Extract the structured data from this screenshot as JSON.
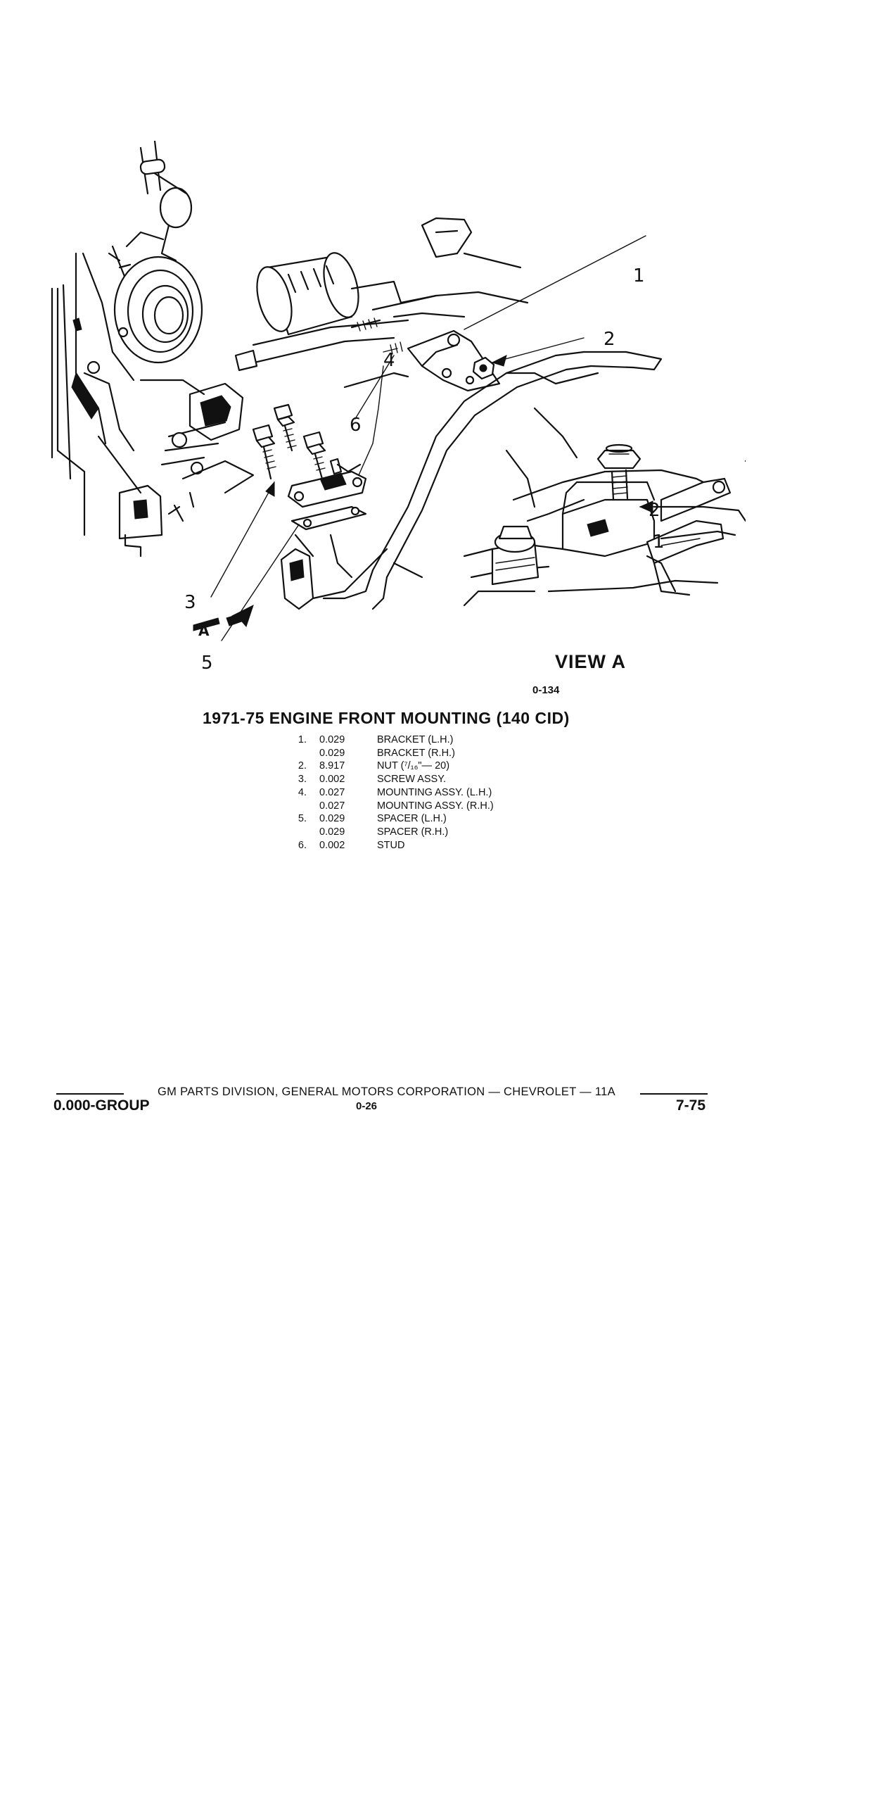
{
  "illustration": {
    "callouts": {
      "c1_top": "1",
      "c2_top": "2",
      "c6": "6",
      "c4": "4",
      "c3": "3",
      "c5": "5",
      "arrow_a": "A",
      "c2_view": "2",
      "c1_view": "1"
    },
    "view_label": "VIEW A",
    "figure_number": "0-134"
  },
  "title": "1971-75 ENGINE FRONT MOUNTING (140 CID)",
  "parts_list": [
    {
      "num": "1.",
      "code": "0.029",
      "desc": "BRACKET (L.H.)"
    },
    {
      "num": "",
      "code": "0.029",
      "desc": "BRACKET (R.H.)"
    },
    {
      "num": "2.",
      "code": "8.917",
      "desc": "NUT (⁷/₁₆\"— 20)"
    },
    {
      "num": "3.",
      "code": "0.002",
      "desc": "SCREW ASSY."
    },
    {
      "num": "4.",
      "code": "0.027",
      "desc": "MOUNTING ASSY. (L.H.)"
    },
    {
      "num": "",
      "code": "0.027",
      "desc": "MOUNTING ASSY. (R.H.)"
    },
    {
      "num": "5.",
      "code": "0.029",
      "desc": "SPACER (L.H.)"
    },
    {
      "num": "",
      "code": "0.029",
      "desc": "SPACER (R.H.)"
    },
    {
      "num": "6.",
      "code": "0.002",
      "desc": "STUD"
    }
  ],
  "footer": {
    "center_line": "GM PARTS DIVISION, GENERAL MOTORS CORPORATION — CHEVROLET — 11A",
    "group": "0.000-GROUP",
    "page": "0-26",
    "date": "7-75"
  }
}
